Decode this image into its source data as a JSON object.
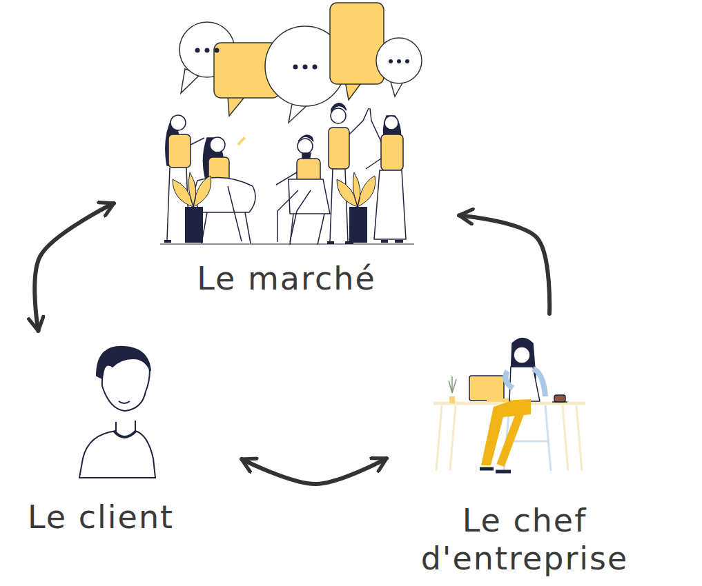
{
  "diagram": {
    "nodes": [
      {
        "text": [
          "Le marché"
        ]
      },
      {
        "text": [
          "Le client"
        ]
      },
      {
        "text": [
          "Le chef d'entreprise"
        ]
      }
    ],
    "edges": [
      {
        "from": 0,
        "to": 1,
        "arrow": "both"
      },
      {
        "from": 1,
        "to": 2,
        "arrow": "both"
      },
      {
        "from": 2,
        "to": 0,
        "arrow": "to"
      }
    ]
  }
}
